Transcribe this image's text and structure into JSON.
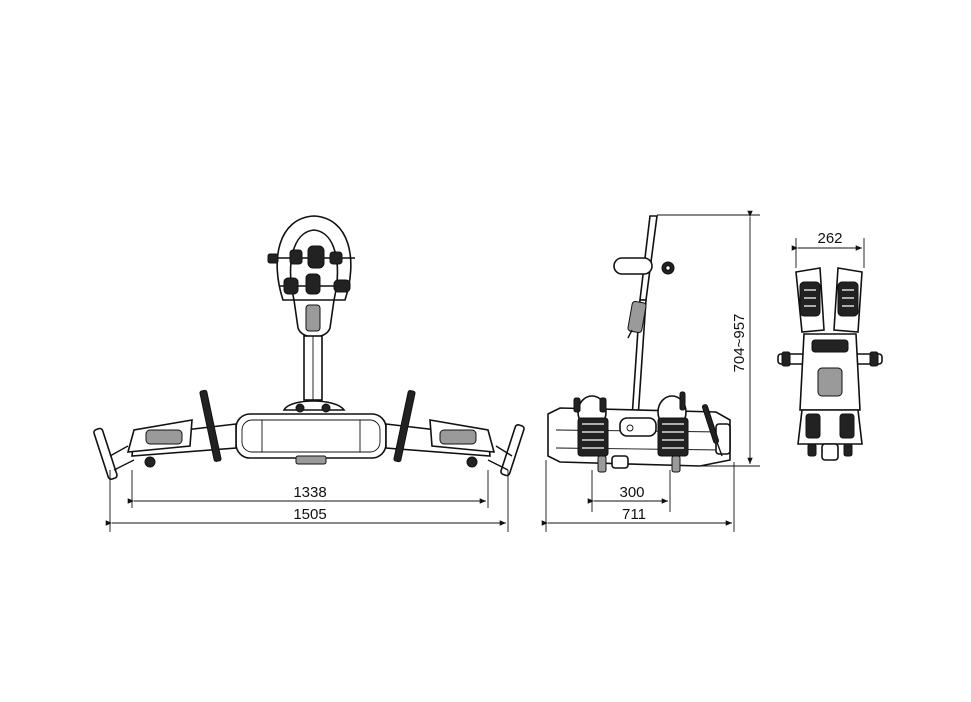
{
  "dimensions": {
    "front_inner_width": "1338",
    "front_total_width": "1505",
    "side_height": "704~957",
    "side_base": "300",
    "side_depth": "711",
    "folded_width": "262"
  }
}
